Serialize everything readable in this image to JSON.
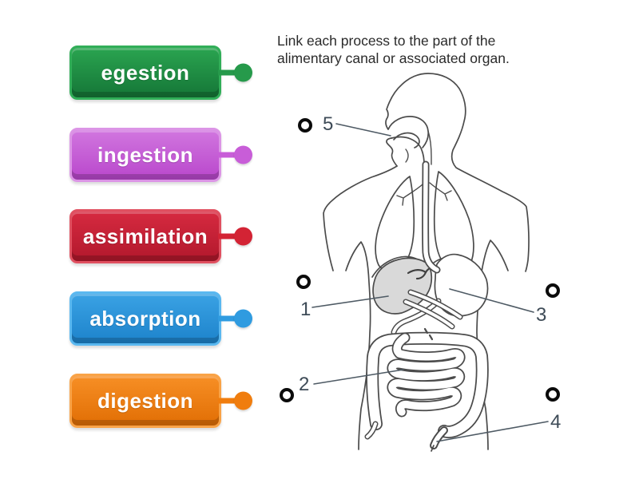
{
  "instructions": {
    "line1": "Link each process to the part of the",
    "line2": "alimentary canal or associated organ."
  },
  "tiles": [
    {
      "label": "egestion",
      "colors": {
        "border": "#31AE58",
        "top": "#2AA450",
        "bottom": "#157637",
        "pin": "#269A4B"
      }
    },
    {
      "label": "ingestion",
      "colors": {
        "border": "#DC95E6",
        "top": "#D176DF",
        "bottom": "#B947CC",
        "pin": "#C85DD8"
      }
    },
    {
      "label": "assimilation",
      "colors": {
        "border": "#E05060",
        "top": "#D62A40",
        "bottom": "#B2182C",
        "pin": "#D32334"
      }
    },
    {
      "label": "absorption",
      "colors": {
        "border": "#5AB8F0",
        "top": "#3AA2E4",
        "bottom": "#1D83CB",
        "pin": "#2F9BE0"
      }
    },
    {
      "label": "digestion",
      "colors": {
        "border": "#F9A347",
        "top": "#F78F25",
        "bottom": "#E16E04",
        "pin": "#F07D0E"
      }
    }
  ],
  "markers": [
    {
      "number": "5",
      "points_to": "mouth"
    },
    {
      "number": "1",
      "points_to": "liver"
    },
    {
      "number": "3",
      "points_to": "stomach"
    },
    {
      "number": "2",
      "points_to": "small intestine"
    },
    {
      "number": "4",
      "points_to": "anus"
    }
  ],
  "diagram_style": {
    "ink": "#4b4b4b",
    "liver_fill": "#d9d9d9",
    "ring_color": "#0b0b0b",
    "number_color": "#3e4b57",
    "line_color": "#4e5a64",
    "text_color": "#2a2a2a"
  }
}
